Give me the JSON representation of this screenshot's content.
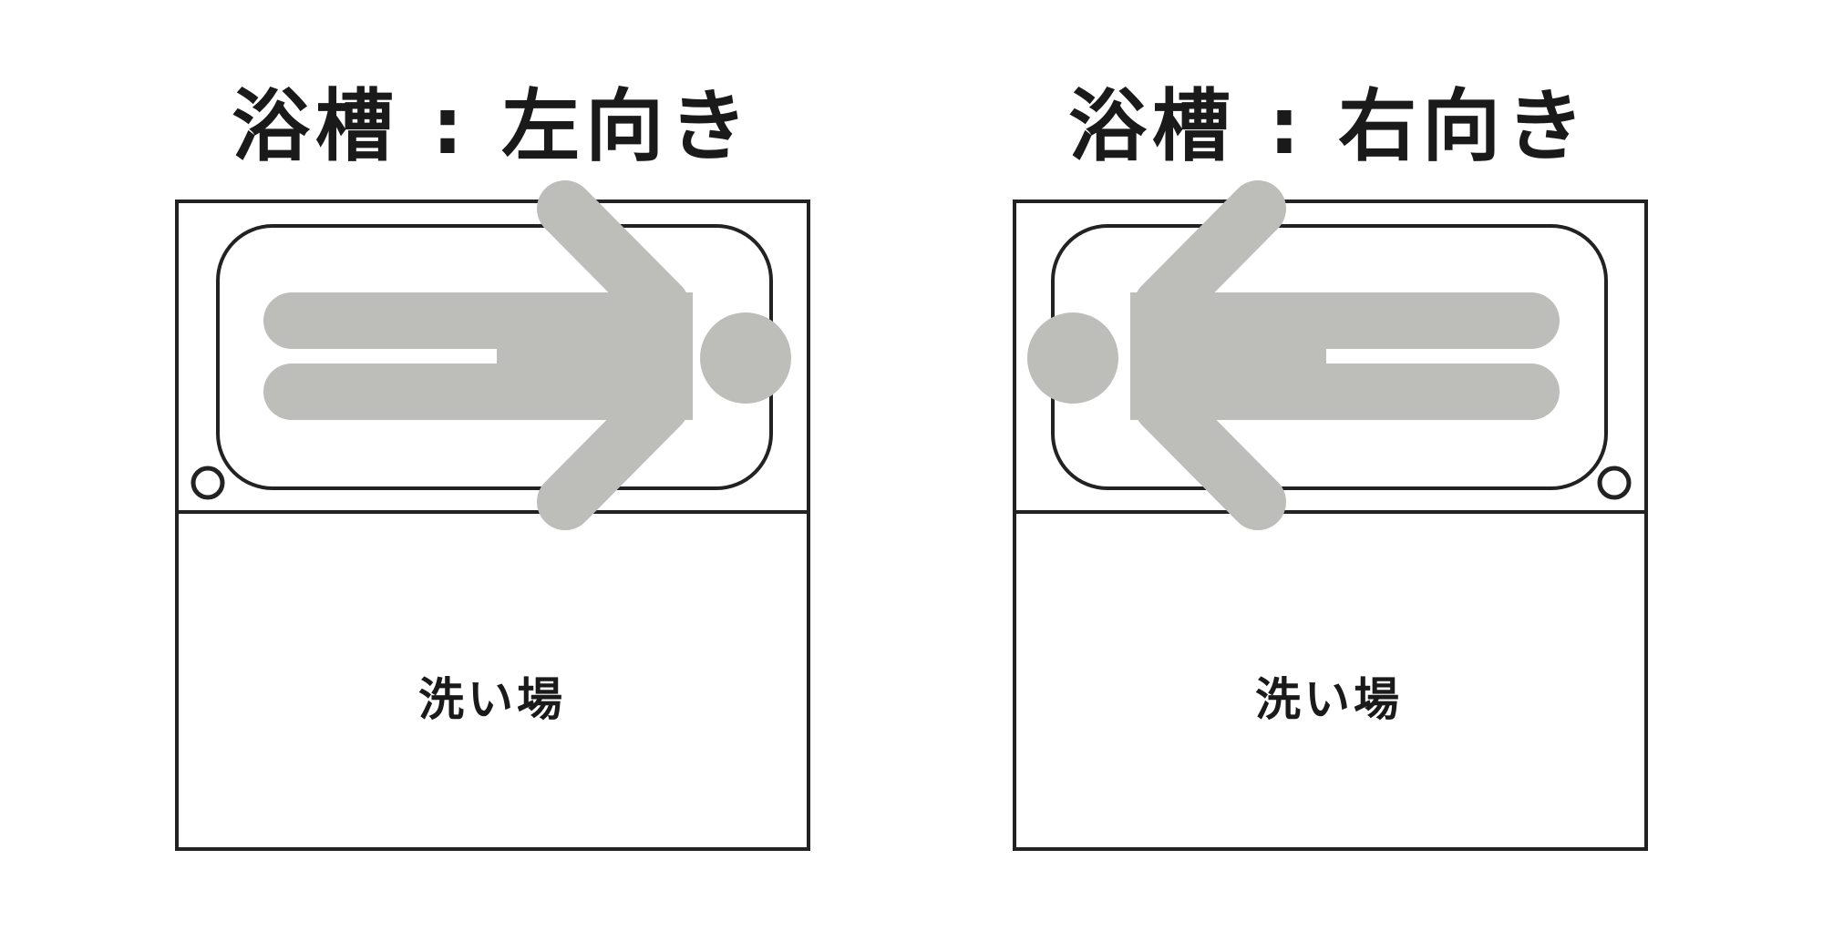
{
  "panels": [
    {
      "title": "浴槽 : 左向き",
      "washing_area_label": "洗い場",
      "orientation": "left"
    },
    {
      "title": "浴槽 : 右向き",
      "washing_area_label": "洗い場",
      "orientation": "right"
    }
  ],
  "colors": {
    "outline": "#222222",
    "figure": "#bdbdb9",
    "text": "#1a1a1a",
    "background": "#ffffff"
  },
  "icons": {
    "figure": "person-lying-icon",
    "drain": "drain-icon"
  }
}
